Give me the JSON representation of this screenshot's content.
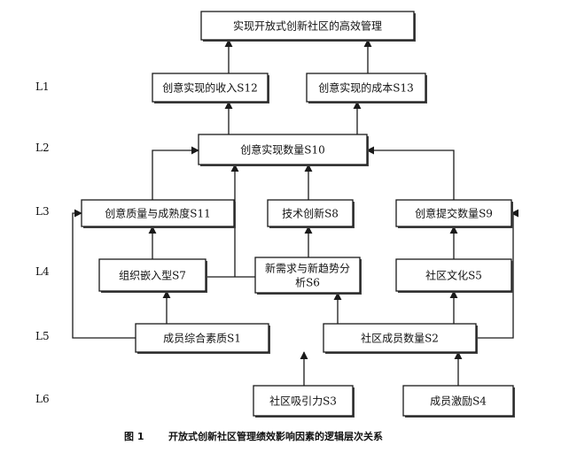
{
  "levels": [
    "L1",
    "L2",
    "L3",
    "L4",
    "L5",
    "L6"
  ],
  "nodes": {
    "goal": [
      "实现开放式创新社区的高效管理"
    ],
    "s12": [
      "创意实现的收入S12"
    ],
    "s13": [
      "创意实现的成本S13"
    ],
    "s10": [
      "创意实现数量S10"
    ],
    "s11": [
      "创意质量与成熟度S11"
    ],
    "s8": [
      "技术创新S8"
    ],
    "s9": [
      "创意提交数量S9"
    ],
    "s7": [
      "组织嵌入型S7"
    ],
    "s6": [
      "新需求与新趋势分",
      "析S6"
    ],
    "s5": [
      "社区文化S5"
    ],
    "s1": [
      "成员综合素质S1"
    ],
    "s2": [
      "社区成员数量S2"
    ],
    "s3": [
      "社区吸引力S3"
    ],
    "s4": [
      "成员激励S4"
    ]
  },
  "caption": {
    "label": "图 1",
    "title": "开放式创新社区管理绩效影响因素的逻辑层次关系"
  }
}
